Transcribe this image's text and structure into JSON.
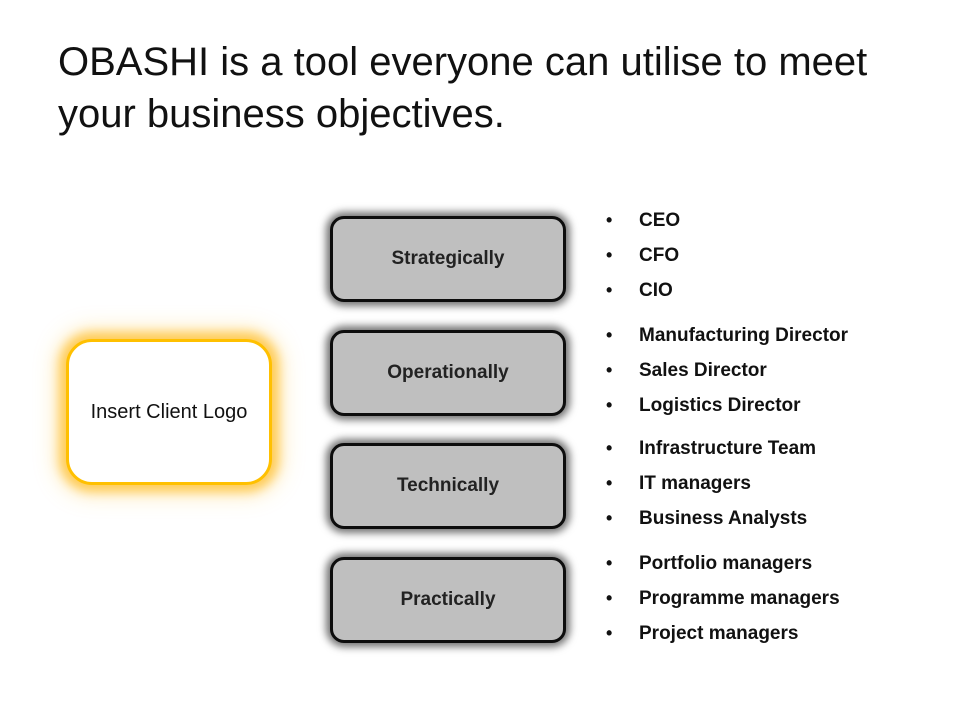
{
  "slide": {
    "title": "OBASHI is a tool everyone can utilise to meet your business objectives.",
    "logo_placeholder": "Insert Client Logo",
    "accent_color": "#ffc000",
    "box_fill": "#bfbfbf",
    "levels": [
      {
        "label": "Strategically",
        "roles": [
          "CEO",
          "CFO",
          "CIO"
        ]
      },
      {
        "label": "Operationally",
        "roles": [
          "Manufacturing Director",
          "Sales Director",
          "Logistics Director"
        ]
      },
      {
        "label": "Technically",
        "roles": [
          "Infrastructure Team",
          "IT managers",
          "Business Analysts"
        ]
      },
      {
        "label": "Practically",
        "roles": [
          "Portfolio managers",
          "Programme managers",
          "Project managers"
        ]
      }
    ]
  }
}
